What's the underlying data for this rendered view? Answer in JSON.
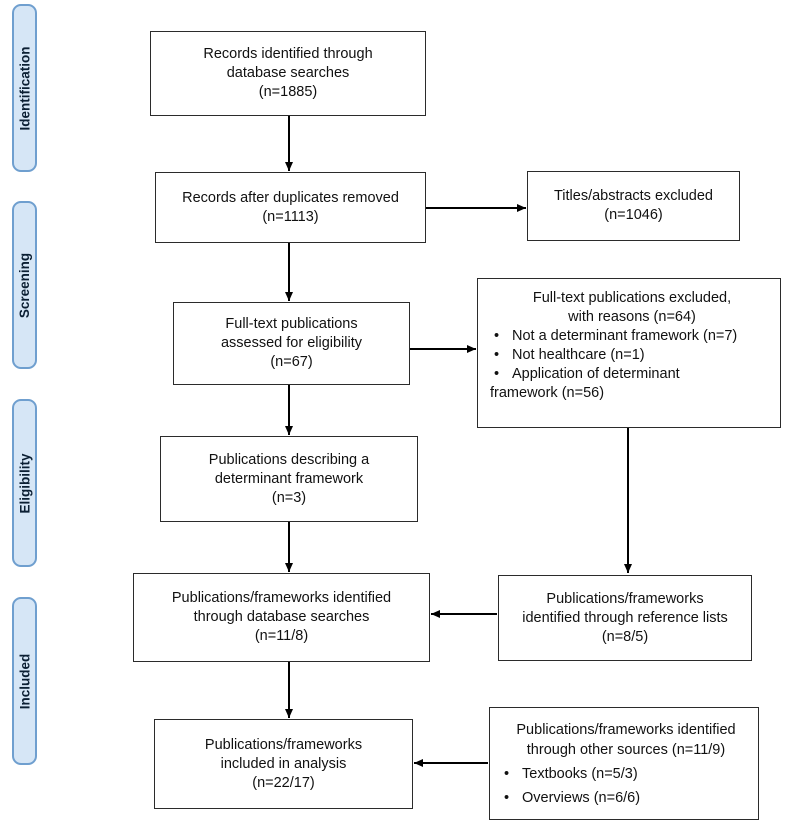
{
  "stages": [
    "Identification",
    "Screening",
    "Eligibility",
    "Included"
  ],
  "boxes": {
    "identified": [
      "Records identified through",
      "database searches",
      "(n=1885)"
    ],
    "after_duplicates": [
      "Records after duplicates removed",
      "(n=1113)"
    ],
    "titles_excluded": [
      "Titles/abstracts excluded",
      "(n=1046)"
    ],
    "fulltext_assessed": [
      "Full-text publications",
      "assessed for eligibility",
      "(n=67)"
    ],
    "fulltext_excluded": {
      "header": [
        "Full-text publications excluded,",
        "with reasons (n=64)"
      ],
      "bullets": [
        "Not a determinant framework (n=7)",
        "Not healthcare (n=1)",
        "Application of determinant"
      ],
      "continuation": "framework (n=56)"
    },
    "describing": [
      "Publications describing a",
      "determinant framework",
      "(n=3)"
    ],
    "db_identified": [
      "Publications/frameworks identified",
      "through database searches",
      "(n=11/8)"
    ],
    "ref_lists": [
      "Publications/frameworks",
      "identified through reference lists",
      "(n=8/5)"
    ],
    "included": [
      "Publications/frameworks",
      "included in analysis",
      "(n=22/17)"
    ],
    "other_sources": {
      "header": [
        "Publications/frameworks identified",
        "through other sources (n=11/9)"
      ],
      "bullets": [
        "Textbooks (n=5/3)",
        "Overviews (n=6/6)"
      ]
    }
  },
  "bullet_glyph": "•"
}
